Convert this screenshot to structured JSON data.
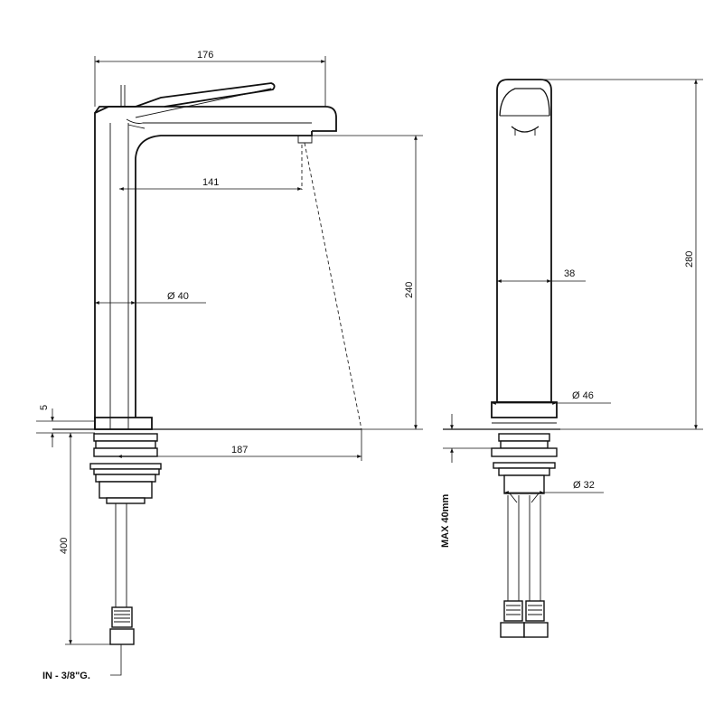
{
  "drawing": {
    "side_view": {
      "width_label": "176",
      "spout_reach_label": "141",
      "body_diameter_label": "Ø 40",
      "spout_height_label": "240",
      "base_thickness_label": "5",
      "overall_reach_label": "187",
      "hose_length_label": "400",
      "inlet_label": "IN - 3/8\"G."
    },
    "front_view": {
      "overall_height_label": "280",
      "body_width_label": "38",
      "base_diameter_label": "Ø  46",
      "shank_diameter_label": "Ø  32",
      "max_thickness_label": "MAX 40mm"
    }
  }
}
